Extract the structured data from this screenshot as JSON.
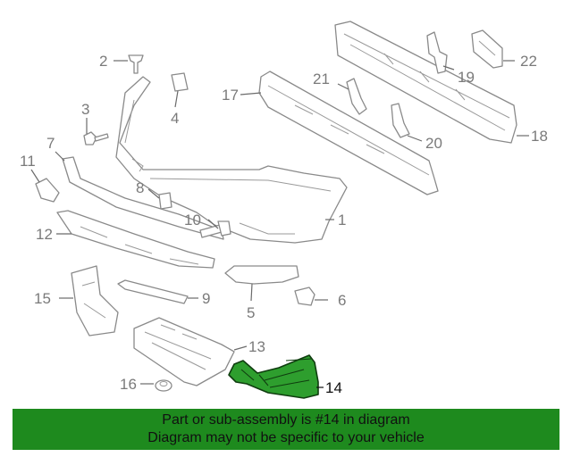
{
  "callouts": {
    "c1": "1",
    "c2": "2",
    "c3": "3",
    "c4": "4",
    "c5": "5",
    "c6": "6",
    "c7": "7",
    "c8": "8",
    "c9": "9",
    "c10": "10",
    "c11": "11",
    "c12": "12",
    "c13": "13",
    "c14": "14",
    "c15": "15",
    "c16": "16",
    "c17": "17",
    "c19": "19",
    "c20": "20",
    "c21": "21",
    "c22": "22",
    "c18": "18"
  },
  "highlighted_part": "14",
  "colors": {
    "highlight_fill": "#2e9e2e",
    "banner_background": "#1e8a1e",
    "outline": "#8a8a8a"
  },
  "banner": {
    "line1": "Part or sub-assembly is #14 in diagram",
    "line2": "Diagram may not be specific to your vehicle"
  }
}
